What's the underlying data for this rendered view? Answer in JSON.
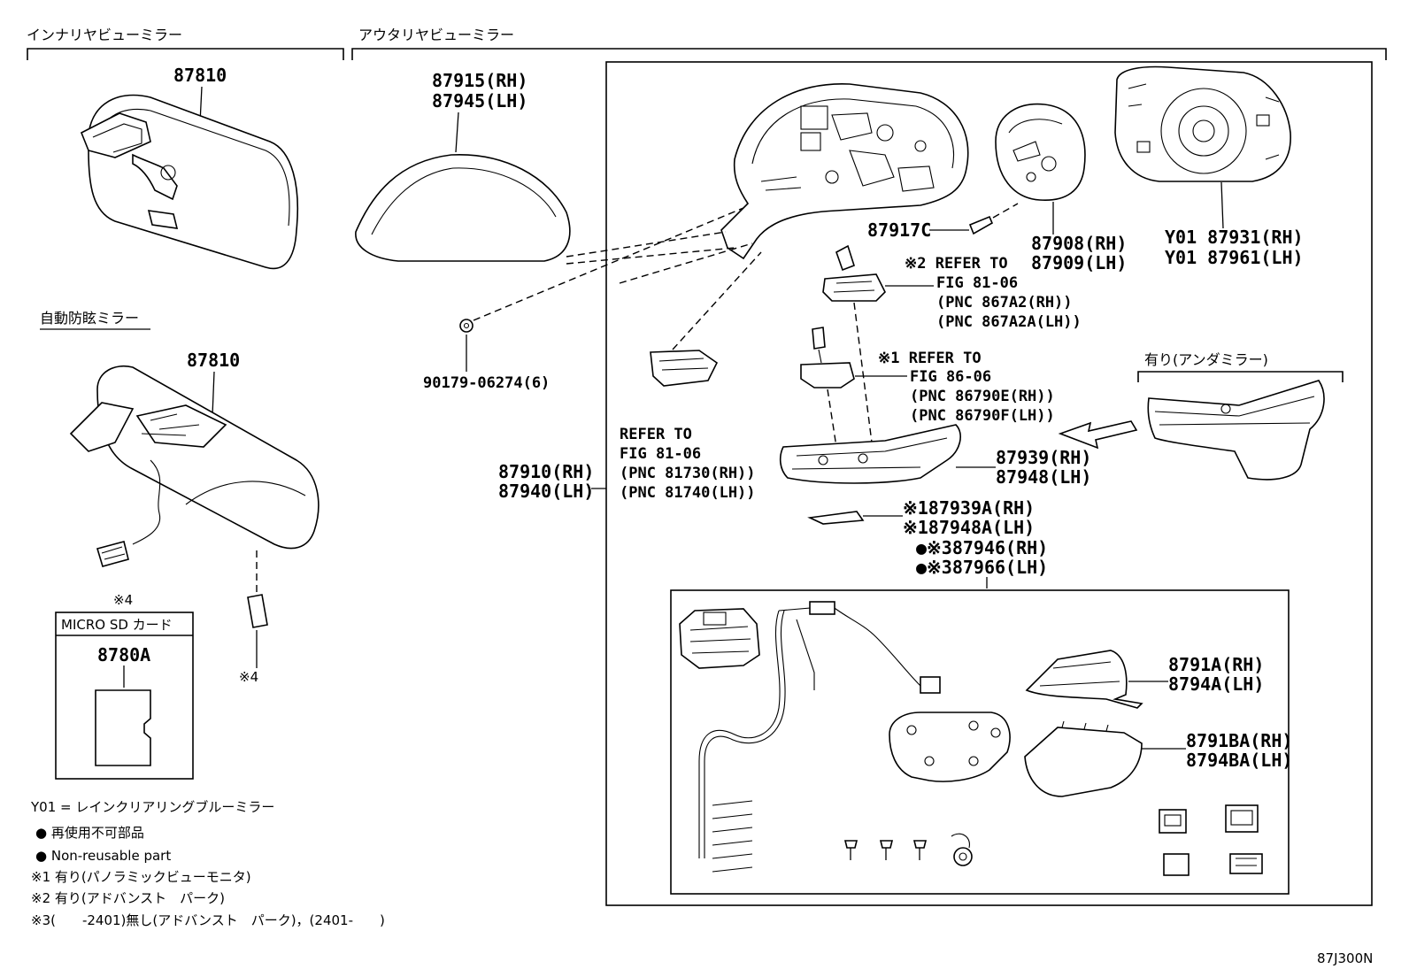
{
  "headers": {
    "inner": "インナリヤビューミラー",
    "outer": "アウタリヤビューミラー",
    "auto_dim": "自動防眩ミラー",
    "under_mirror": "有り(アンダミラー)"
  },
  "labels": {
    "p87810_a": "87810",
    "p87810_b": "87810",
    "p87915": "87915(RH)",
    "p87945": "87945(LH)",
    "p90179": "90179-06274(6)",
    "p87917c": "87917C",
    "p87908": "87908(RH)",
    "p87909": "87909(LH)",
    "y01_87931": "Y01 87931(RH)",
    "y01_87961": "Y01 87961(LH)",
    "ref2_l1": "※2 REFER TO",
    "ref2_l2": "FIG 81-06",
    "ref2_l3": "(PNC 867A2(RH))",
    "ref2_l4": "(PNC 867A2A(LH))",
    "ref1_l1": "※1 REFER TO",
    "ref1_l2": "FIG 86-06",
    "ref1_l3": "(PNC 86790E(RH))",
    "ref1_l4": "(PNC 86790F(LH))",
    "ref3_l1": "REFER TO",
    "ref3_l2": "FIG 81-06",
    "ref3_l3": "(PNC 81730(RH))",
    "ref3_l4": "(PNC 81740(LH))",
    "p87910": "87910(RH)",
    "p87940": "87940(LH)",
    "p87939": "87939(RH)",
    "p87948": "87948(LH)",
    "p87939a": "※187939A(RH)",
    "p87948a": "※187948A(LH)",
    "p87946": "●※387946(RH)",
    "p87966": "●※387966(LH)",
    "p8791a": "8791A(RH)",
    "p8794a": "8794A(LH)",
    "p8791ba": "8791BA(RH)",
    "p8794ba": "8794BA(LH)",
    "sd_mark": "※4",
    "sd_title": "MICRO SD カード",
    "p8780a": "8780A",
    "mark4": "※4",
    "diagram_id": "87J300N"
  },
  "notes": {
    "y01": "Y01 = レインクリアリングブルーミラー",
    "nonreuse_jp": "● 再使用不可部品",
    "nonreuse_en": "● Non-reusable part",
    "n1": "※1 有り(パノラミックビューモニタ)",
    "n2": "※2 有り(アドバンスト　パーク)",
    "n3": "※3(　　-2401)無し(アドバンスト　パーク)，(2401-　　)"
  }
}
